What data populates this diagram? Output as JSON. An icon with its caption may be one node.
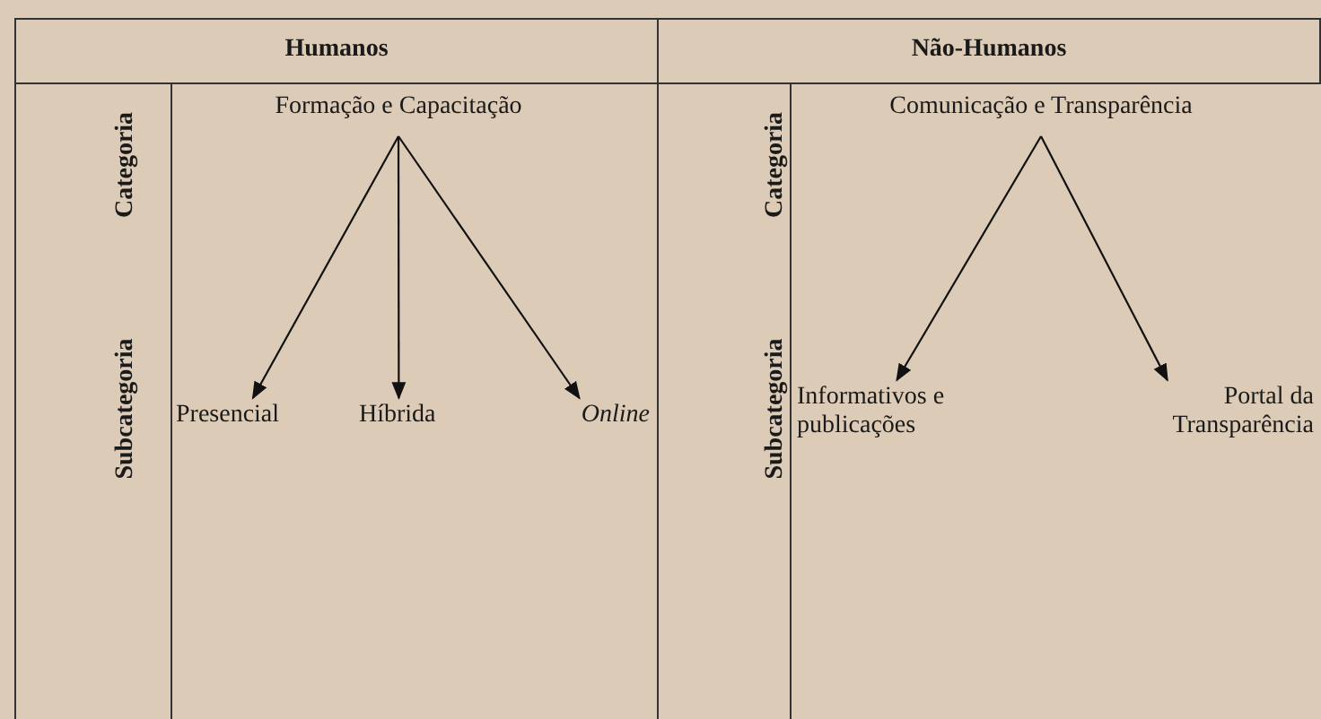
{
  "diagram": {
    "nodes": [
      {
        "text": [
          "Humanos"
        ]
      },
      {
        "text": [
          "Não-Humanos"
        ]
      },
      {
        "text": [
          "Formação e Capacitação"
        ]
      },
      {
        "text": [
          "Presencial"
        ]
      },
      {
        "text": [
          "Híbrida"
        ]
      },
      {
        "text": [
          "Online"
        ]
      },
      {
        "text": [
          "Comunicação e Transparência"
        ]
      },
      {
        "text": [
          "Informativos e publicações"
        ]
      },
      {
        "text": [
          "Portal da Transparência"
        ]
      }
    ],
    "edges": [
      {
        "from": 2,
        "to": 3,
        "arrow": "to"
      },
      {
        "from": 2,
        "to": 4,
        "arrow": "to"
      },
      {
        "from": 2,
        "to": 5,
        "arrow": "to"
      },
      {
        "from": 6,
        "to": 7,
        "arrow": "to"
      },
      {
        "from": 6,
        "to": 8,
        "arrow": "to"
      }
    ],
    "labels": [
      "Categoria",
      "Subcategoria",
      "Categoria",
      "Subcategoria"
    ]
  }
}
